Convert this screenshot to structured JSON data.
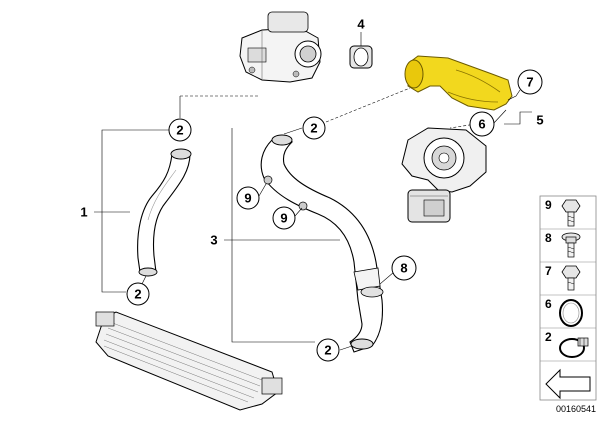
{
  "callouts": {
    "c2_top_left": "2",
    "c2_bottom_left": "2",
    "c2_top_mid": "2",
    "c2_bottom_mid": "2",
    "c4": "4",
    "c7": "7",
    "c6": "6",
    "c5": "5",
    "c9_upper": "9",
    "c9_lower": "9",
    "c8": "8",
    "c1": "1",
    "c3": "3"
  },
  "legend": {
    "items": [
      {
        "num": "9",
        "icon": "hex-bolt-icon"
      },
      {
        "num": "8",
        "icon": "torx-bolt-icon"
      },
      {
        "num": "7",
        "icon": "hex-screw-icon"
      },
      {
        "num": "6",
        "icon": "o-ring-icon"
      },
      {
        "num": "2",
        "icon": "hose-clamp-icon"
      }
    ],
    "footer_icon": "arrow-icon"
  },
  "diagram_number": "00160541",
  "colors": {
    "highlight_part": "#f2d81e",
    "line": "#000000",
    "part_fill": "#ffffff",
    "shade": "#b9b9b9"
  }
}
